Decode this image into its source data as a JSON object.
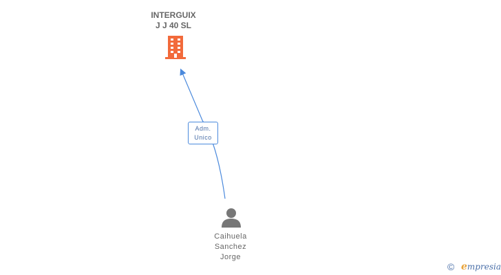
{
  "company": {
    "name_line1": "INTERGUIX",
    "name_line2": "J J 40 SL",
    "icon": "building-icon",
    "color": "#f26a3b"
  },
  "relation": {
    "role_line1": "Adm.",
    "role_line2": "Unico",
    "color": "#4a89dc"
  },
  "person": {
    "name_line1": "Caihuela",
    "name_line2": "Sanchez",
    "name_line3": "Jorge",
    "icon": "person-icon",
    "color": "#777777"
  },
  "footer": {
    "copyright_symbol": "©",
    "brand_initial": "e",
    "brand_rest": "mpresia"
  }
}
